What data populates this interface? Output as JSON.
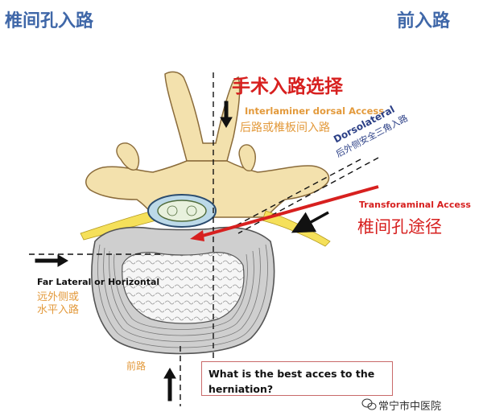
{
  "header": {
    "left_title": "椎间孔入路",
    "right_title": "前入路"
  },
  "diagram": {
    "title": "手术入路选择",
    "interlaminar": {
      "en": "Interlaminer dorsal Access",
      "cn": "后路或椎板间入路"
    },
    "dorsolateral": {
      "en": "Dorsolateral",
      "cn": "后外侧安全三角入路"
    },
    "transforaminal": {
      "en": "Transforaminal Access",
      "cn": "椎间孔途径"
    },
    "far_lateral": {
      "en": "Far Lateral or Horizontal",
      "cn_line1": "远外侧或",
      "cn_line2": "水平入路"
    },
    "anterior": {
      "cn": "前路"
    },
    "question": "What is the best acces to the herniation?",
    "watermark": "常宁市中医院"
  },
  "colors": {
    "header_blue": "#3f67a8",
    "title_red": "#d7201f",
    "label_orange": "#e39a3c",
    "dorsolateral_navy": "#2b3f86",
    "bone": "#f3e1ad",
    "disc": "#cfcfcf"
  }
}
